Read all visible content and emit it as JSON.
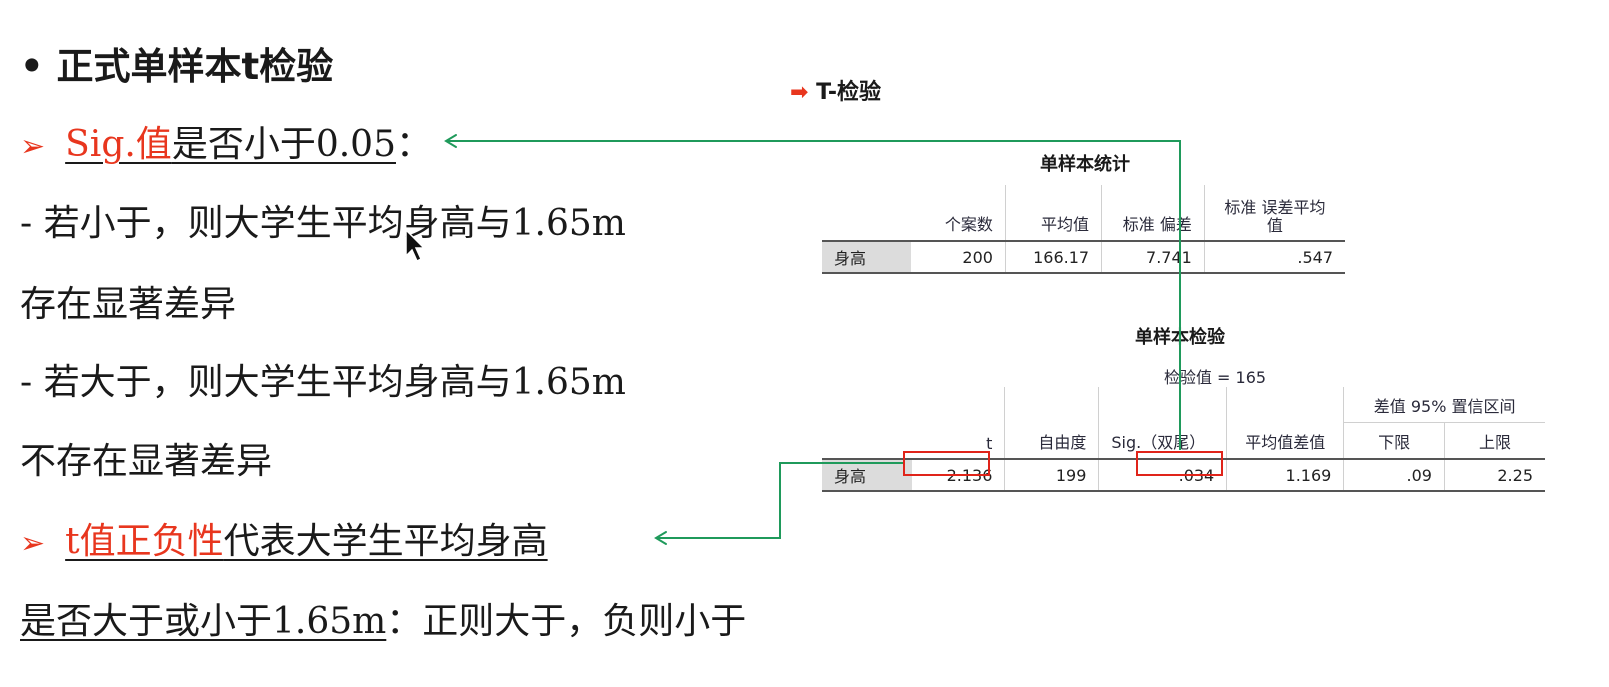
{
  "slide": {
    "title_bullet": "•",
    "title": "正式单样本t检验",
    "line1": {
      "red": "Sig.值",
      "rest": "是否小于0.05",
      "colon": "："
    },
    "line2": " - 若小于，则大学生平均身高与1.65m",
    "line3": "存在显著差异",
    "line4": " - 若大于，则大学生平均身高与1.65m",
    "line5": "不存在显著差异",
    "line6": {
      "red": "t值正负性",
      "rest": "代表大学生平均身高"
    },
    "line7": {
      "ul": "是否大于或小于1.65m",
      "rest": "：正则大于，负则小于"
    }
  },
  "output": {
    "section_title": "T-检验",
    "table1": {
      "title": "单样本统计",
      "headers": [
        "个案数",
        "平均值",
        "标准 偏差",
        "标准 误差平均",
        "值"
      ],
      "row_label": "身高",
      "values": [
        "200",
        "166.17",
        "7.741",
        ".547"
      ]
    },
    "table2": {
      "title": "单样本检验",
      "test_value": "检验值 = 165",
      "ci_header": "差值 95% 置信区间",
      "headers": [
        "t",
        "自由度",
        "Sig.（双尾）",
        "平均值差值",
        "下限",
        "上限"
      ],
      "row_label": "身高",
      "values": [
        "2.136",
        "199",
        ".034",
        "1.169",
        ".09",
        "2.25"
      ]
    }
  },
  "colors": {
    "accent_red": "#e8361e",
    "arrow_green": "#1f9a5b",
    "box_red": "#e0241a"
  }
}
